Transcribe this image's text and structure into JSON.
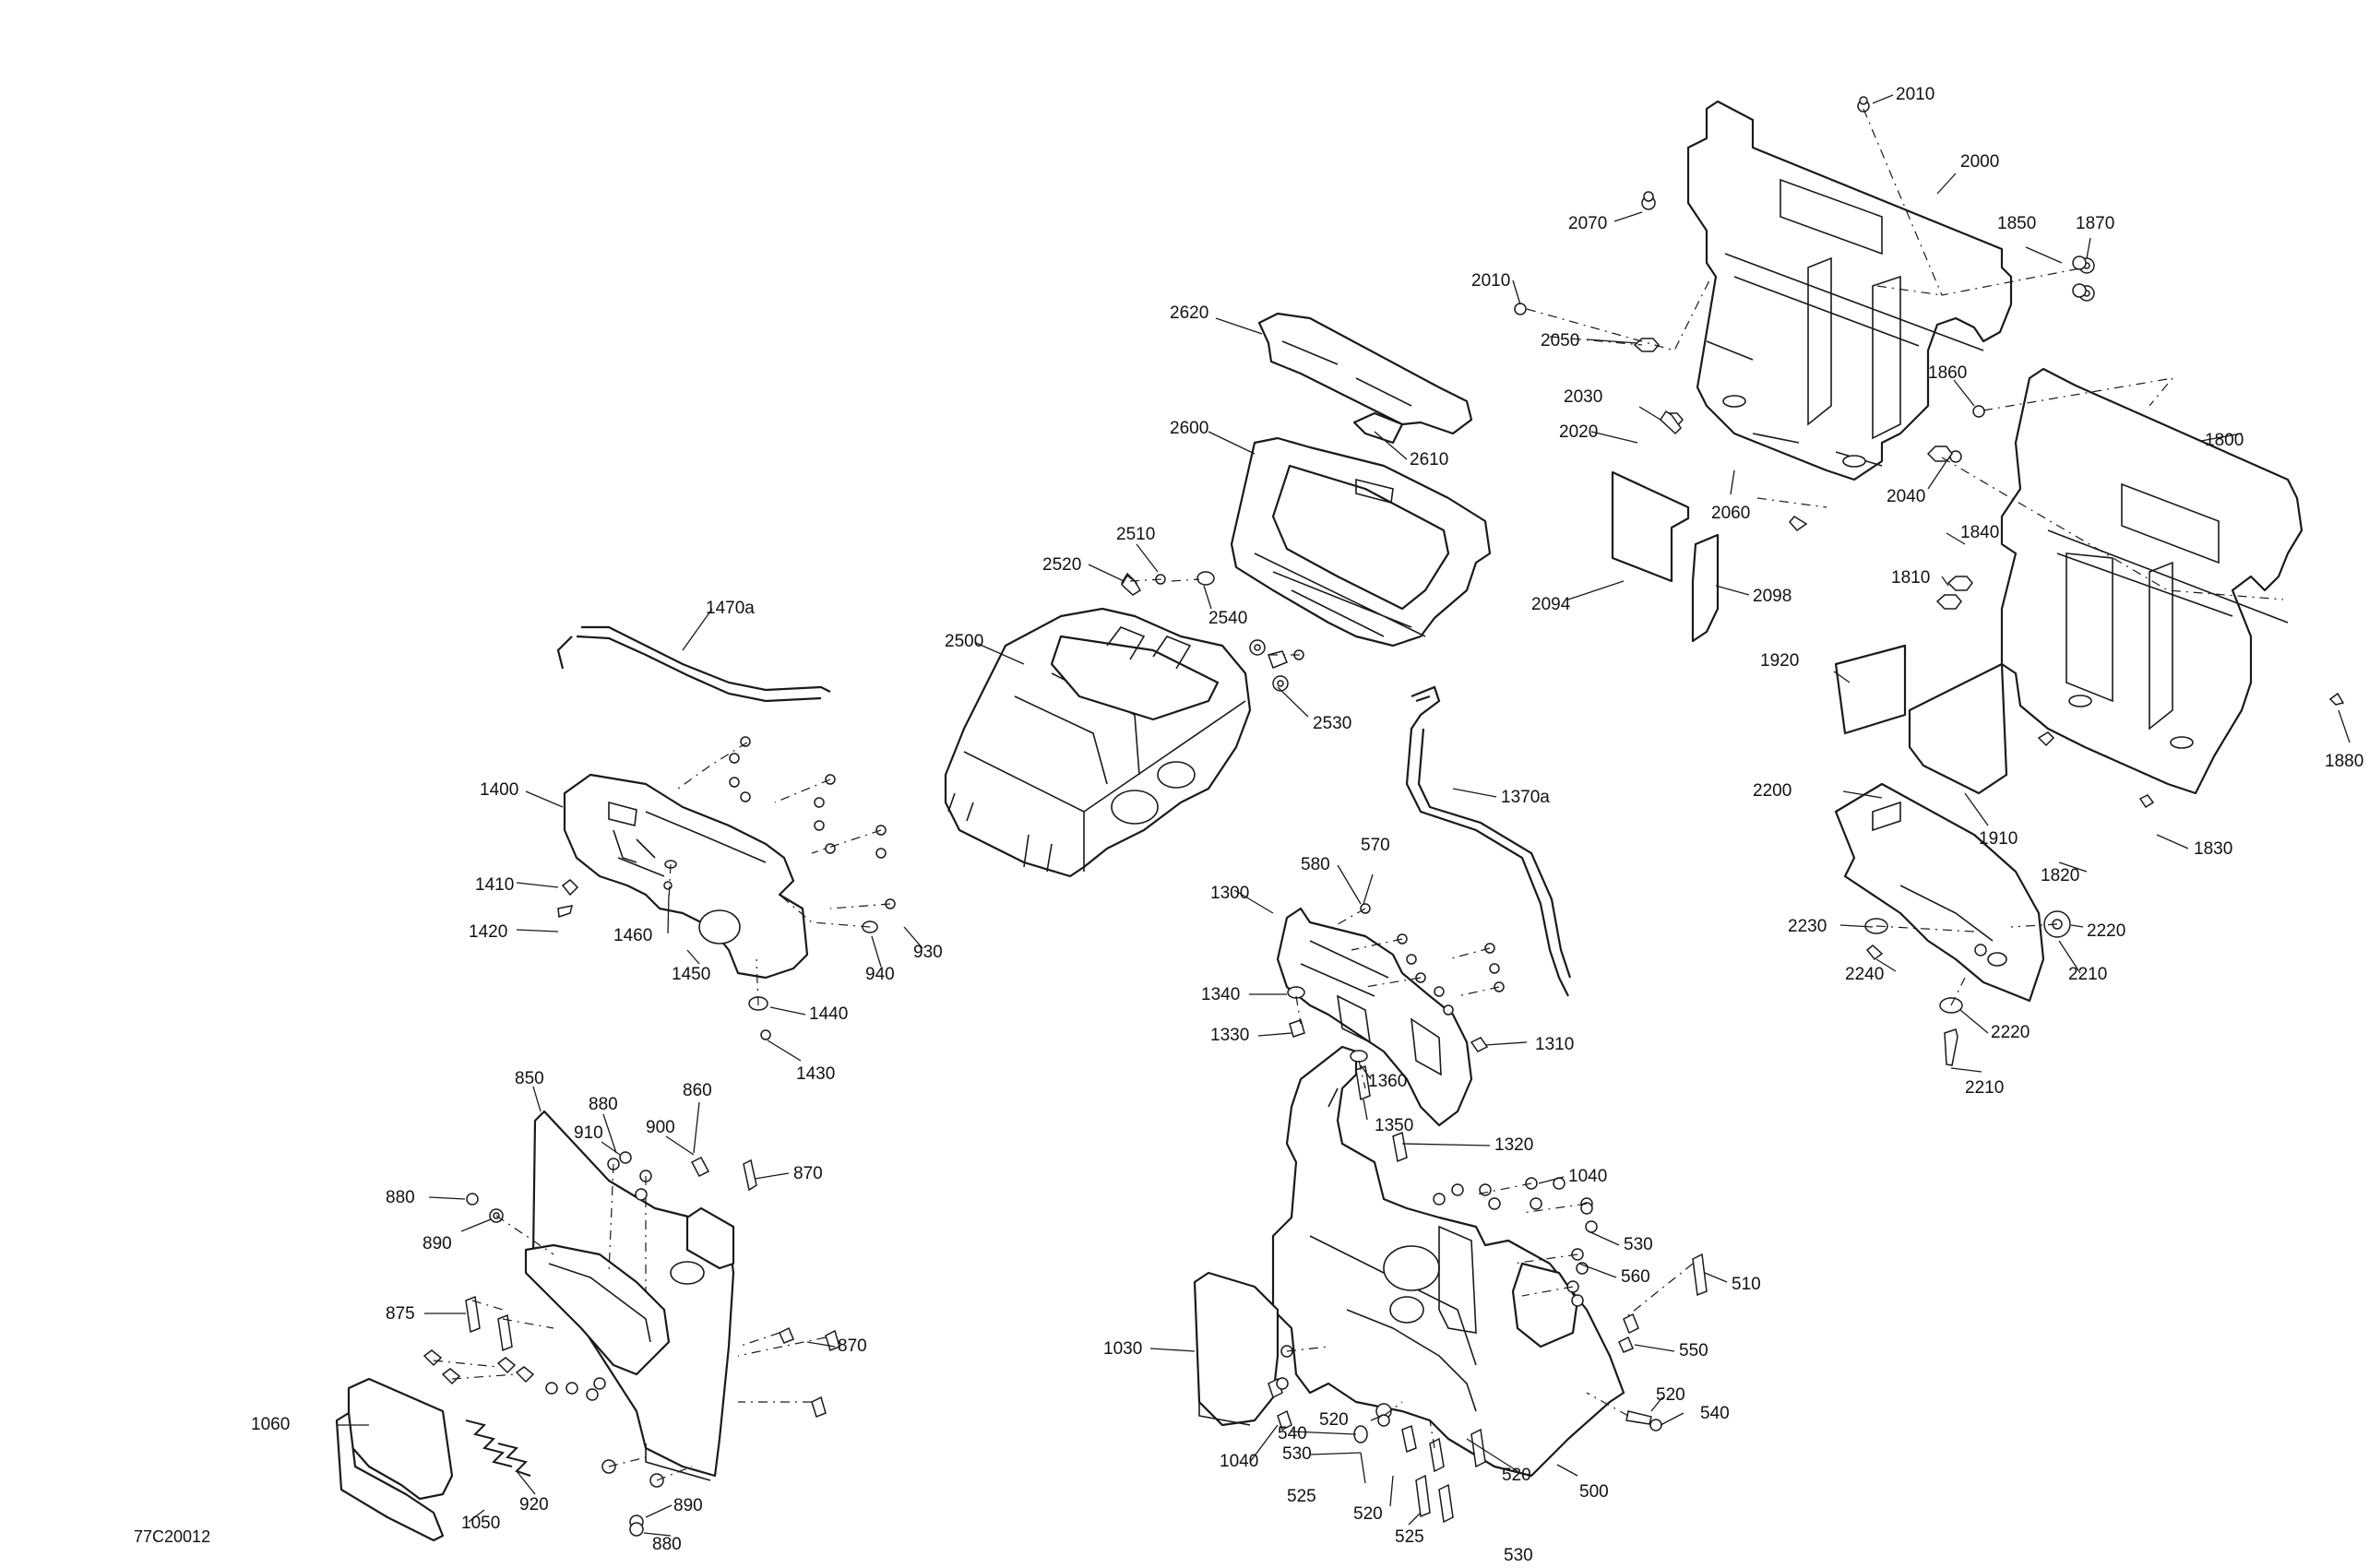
{
  "diagram_code": "77C20012",
  "callouts": [
    {
      "id": "2010",
      "label": "2010"
    },
    {
      "id": "2000",
      "label": "2000"
    },
    {
      "id": "2070",
      "label": "2070"
    },
    {
      "id": "1850",
      "label": "1850"
    },
    {
      "id": "1870",
      "label": "1870"
    },
    {
      "id": "2010b",
      "label": "2010"
    },
    {
      "id": "2050",
      "label": "2050"
    },
    {
      "id": "2620",
      "label": "2620"
    },
    {
      "id": "1860",
      "label": "1860"
    },
    {
      "id": "2030",
      "label": "2030"
    },
    {
      "id": "2020",
      "label": "2020"
    },
    {
      "id": "2600",
      "label": "2600"
    },
    {
      "id": "2610",
      "label": "2610"
    },
    {
      "id": "1800",
      "label": "1800"
    },
    {
      "id": "2040",
      "label": "2040"
    },
    {
      "id": "2060",
      "label": "2060"
    },
    {
      "id": "2510",
      "label": "2510"
    },
    {
      "id": "1840",
      "label": "1840"
    },
    {
      "id": "2520",
      "label": "2520"
    },
    {
      "id": "1810",
      "label": "1810"
    },
    {
      "id": "2094",
      "label": "2094"
    },
    {
      "id": "2098",
      "label": "2098"
    },
    {
      "id": "2540",
      "label": "2540"
    },
    {
      "id": "1470a",
      "label": "1470a"
    },
    {
      "id": "2500",
      "label": "2500"
    },
    {
      "id": "1920",
      "label": "1920"
    },
    {
      "id": "2530",
      "label": "2530"
    },
    {
      "id": "1880",
      "label": "1880"
    },
    {
      "id": "1400",
      "label": "1400"
    },
    {
      "id": "1370a",
      "label": "1370a"
    },
    {
      "id": "2200",
      "label": "2200"
    },
    {
      "id": "1910",
      "label": "1910"
    },
    {
      "id": "570",
      "label": "570"
    },
    {
      "id": "580",
      "label": "580"
    },
    {
      "id": "1830",
      "label": "1830"
    },
    {
      "id": "1820",
      "label": "1820"
    },
    {
      "id": "1410",
      "label": "1410"
    },
    {
      "id": "1300",
      "label": "1300"
    },
    {
      "id": "1420",
      "label": "1420"
    },
    {
      "id": "1460",
      "label": "1460"
    },
    {
      "id": "930",
      "label": "930"
    },
    {
      "id": "2230",
      "label": "2230"
    },
    {
      "id": "2220",
      "label": "2220"
    },
    {
      "id": "940",
      "label": "940"
    },
    {
      "id": "1450",
      "label": "1450"
    },
    {
      "id": "2240",
      "label": "2240"
    },
    {
      "id": "2210",
      "label": "2210"
    },
    {
      "id": "1340",
      "label": "1340"
    },
    {
      "id": "1440",
      "label": "1440"
    },
    {
      "id": "1330",
      "label": "1330"
    },
    {
      "id": "1310",
      "label": "1310"
    },
    {
      "id": "2220b",
      "label": "2220"
    },
    {
      "id": "1430",
      "label": "1430"
    },
    {
      "id": "850",
      "label": "850"
    },
    {
      "id": "1360",
      "label": "1360"
    },
    {
      "id": "2210b",
      "label": "2210"
    },
    {
      "id": "880",
      "label": "880"
    },
    {
      "id": "860",
      "label": "860"
    },
    {
      "id": "900",
      "label": "900"
    },
    {
      "id": "910",
      "label": "910"
    },
    {
      "id": "1350",
      "label": "1350"
    },
    {
      "id": "1320",
      "label": "1320"
    },
    {
      "id": "870",
      "label": "870"
    },
    {
      "id": "1040",
      "label": "1040"
    },
    {
      "id": "880b",
      "label": "880"
    },
    {
      "id": "890",
      "label": "890"
    },
    {
      "id": "530",
      "label": "530"
    },
    {
      "id": "560",
      "label": "560"
    },
    {
      "id": "510",
      "label": "510"
    },
    {
      "id": "875",
      "label": "875"
    },
    {
      "id": "870b",
      "label": "870"
    },
    {
      "id": "1030",
      "label": "1030"
    },
    {
      "id": "550",
      "label": "550"
    },
    {
      "id": "520",
      "label": "520"
    },
    {
      "id": "520b",
      "label": "520"
    },
    {
      "id": "540",
      "label": "540"
    },
    {
      "id": "1060",
      "label": "1060"
    },
    {
      "id": "540b",
      "label": "540"
    },
    {
      "id": "1040b",
      "label": "1040"
    },
    {
      "id": "530b",
      "label": "530"
    },
    {
      "id": "920",
      "label": "920"
    },
    {
      "id": "890b",
      "label": "890"
    },
    {
      "id": "520c",
      "label": "520"
    },
    {
      "id": "1050",
      "label": "1050"
    },
    {
      "id": "525",
      "label": "525"
    },
    {
      "id": "520d",
      "label": "520"
    },
    {
      "id": "500",
      "label": "500"
    },
    {
      "id": "880c",
      "label": "880"
    },
    {
      "id": "525b",
      "label": "525"
    },
    {
      "id": "530c",
      "label": "530"
    }
  ]
}
